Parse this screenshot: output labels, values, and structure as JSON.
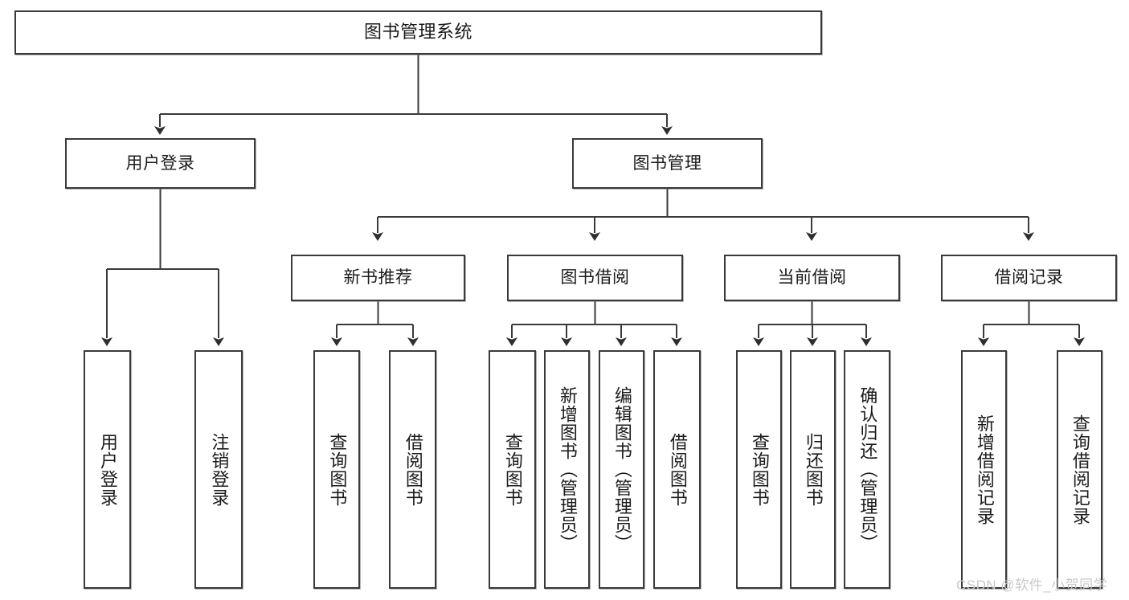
{
  "diagram": {
    "type": "tree-hierarchy",
    "title": "图书管理系统",
    "root": {
      "label": "图书管理系统"
    },
    "level1": [
      {
        "id": "user-login",
        "label": "用户登录"
      },
      {
        "id": "book-management",
        "label": "图书管理"
      }
    ],
    "level2": [
      {
        "id": "new-book-recommend",
        "label": "新书推荐",
        "parent": "book-management"
      },
      {
        "id": "book-borrow",
        "label": "图书借阅",
        "parent": "book-management"
      },
      {
        "id": "current-borrow",
        "label": "当前借阅",
        "parent": "book-management"
      },
      {
        "id": "borrow-record",
        "label": "借阅记录",
        "parent": "book-management"
      }
    ],
    "leaves": [
      {
        "id": "leaf-user-login",
        "label": "用户登录",
        "parent": "user-login"
      },
      {
        "id": "leaf-logout",
        "label": "注销登录",
        "parent": "user-login"
      },
      {
        "id": "leaf-query-book-1",
        "label": "查询图书",
        "parent": "new-book-recommend"
      },
      {
        "id": "leaf-borrow-book-1",
        "label": "借阅图书",
        "parent": "new-book-recommend"
      },
      {
        "id": "leaf-query-book-2",
        "label": "查询图书",
        "parent": "book-borrow"
      },
      {
        "id": "leaf-add-book",
        "label": "新增图书（管理员）",
        "parent": "book-borrow"
      },
      {
        "id": "leaf-edit-book",
        "label": "编辑图书（管理员）",
        "parent": "book-borrow"
      },
      {
        "id": "leaf-borrow-book-2",
        "label": "借阅图书",
        "parent": "book-borrow"
      },
      {
        "id": "leaf-query-book-3",
        "label": "查询图书",
        "parent": "current-borrow"
      },
      {
        "id": "leaf-return-book",
        "label": "归还图书",
        "parent": "current-borrow"
      },
      {
        "id": "leaf-confirm-return",
        "label": "确认归还（管理员）",
        "parent": "current-borrow"
      },
      {
        "id": "leaf-add-record",
        "label": "新增借阅记录",
        "parent": "borrow-record"
      },
      {
        "id": "leaf-query-record",
        "label": "查询借阅记录",
        "parent": "borrow-record"
      }
    ],
    "watermark": "CSDN @软件_小贺同学",
    "colors": {
      "stroke": "#3a3a3a",
      "text": "#1b1b1b",
      "background": "#ffffff",
      "watermark": "#c9c9c9"
    }
  }
}
